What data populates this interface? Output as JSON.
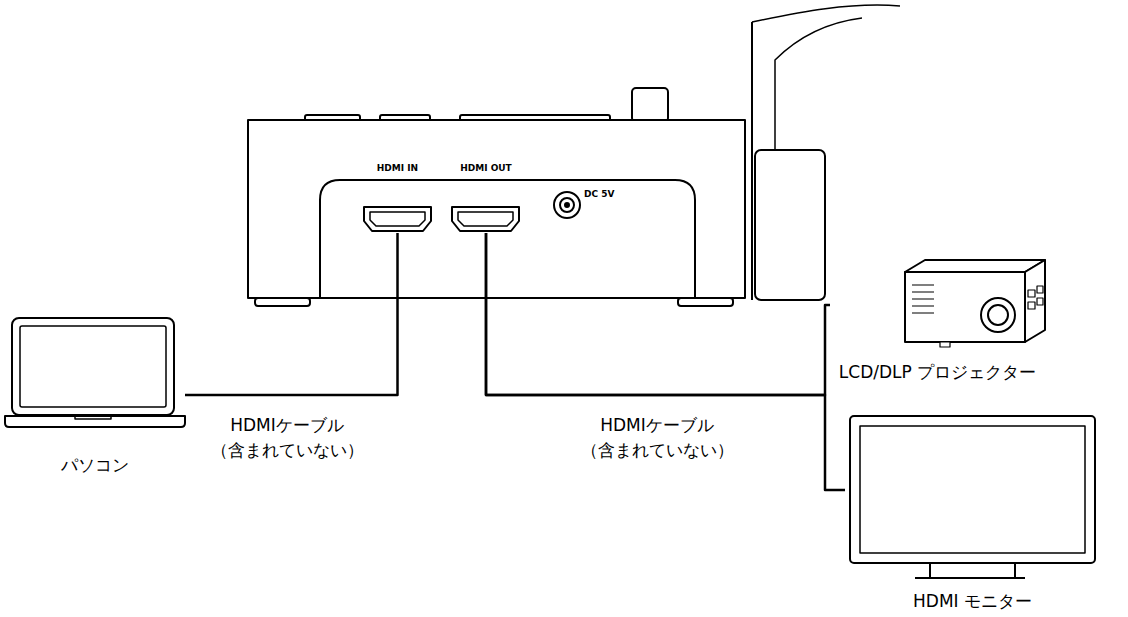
{
  "diagram": {
    "nodes": [
      {
        "text": [
          "HDMI IN"
        ]
      },
      {
        "text": [
          "HDMI OUT"
        ]
      },
      {
        "text": [
          "パソコン"
        ]
      },
      {
        "text": [
          "LCD/DLP プロジェクター"
        ]
      },
      {
        "text": [
          "HDMI モニター"
        ]
      }
    ],
    "edges": [
      {
        "from": 2,
        "to": 0,
        "arrow": "none",
        "label": "HDMIケーブル （含まれていない）"
      },
      {
        "from": 1,
        "to": 3,
        "arrow": "none",
        "label": "HDMIケーブル （含まれていない）"
      },
      {
        "from": 1,
        "to": 4,
        "arrow": "none"
      }
    ],
    "labels": [
      "DC 5V"
    ]
  }
}
